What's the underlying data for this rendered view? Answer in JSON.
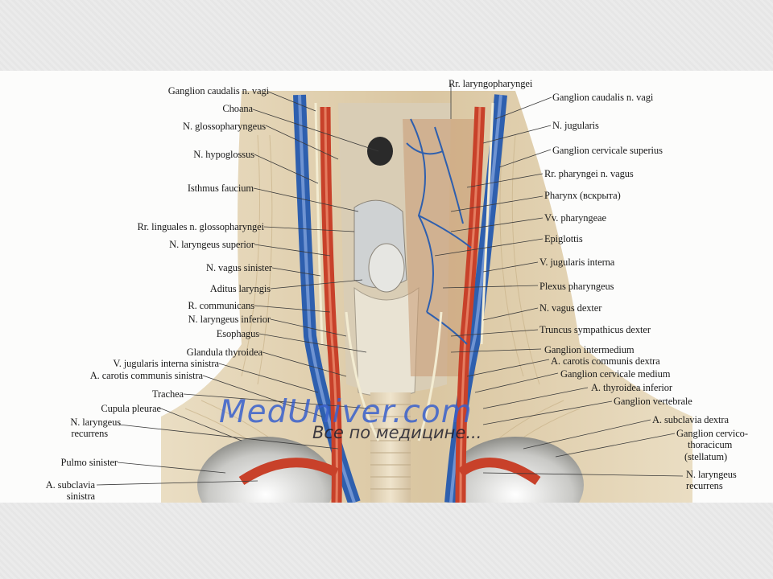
{
  "labels_left": [
    "Ganglion caudalis n. vagi",
    "Choana",
    "N. glossopharyngeus",
    "N. hypoglossus",
    "Isthmus faucium",
    "Rr. linguales n. glossopharyngei",
    "N. laryngeus superior",
    "N. vagus sinister",
    "Aditus laryngis",
    "R. communicans",
    "N. laryngeus inferior",
    "Esophagus",
    "Glandula thyroidea",
    "V. jugularis interna sinistra",
    "A. carotis communis  sinistra",
    "Trachea",
    "Cupula pleurae",
    "N. laryngeus",
    "recurrens",
    "Pulmo sinister",
    "A. subclavia",
    "sinistra"
  ],
  "labels_right": [
    "Rr. laryngopharyngei",
    "Ganglion caudalis n. vagi",
    "N. jugularis",
    "Ganglion cervicale superius",
    "Rr. pharyngei n. vagus",
    "Pharynx (вскрыта)",
    "Vv. pharyngeae",
    "Epiglottis",
    "V. jugularis interna",
    "Plexus pharyngeus",
    "N. vagus dexter",
    "Truncus sympathicus dexter",
    "Ganglion intermedium",
    "A. carotis communis dextra",
    "Ganglion cervicale medium",
    "A. thyroidea inferior",
    "Ganglion vertebrale",
    "A. subclavia dextra",
    "Ganglion cervico-",
    "thoracicum",
    "(stellatum)",
    "N. laryngeus",
    "recurrens"
  ],
  "watermark": {
    "site": "MedUniver.com",
    "slogan": "Все по медицине..."
  },
  "colors": {
    "artery": "#c8412a",
    "vein": "#2e5fae",
    "nerve": "#efe9cf",
    "background": "#ececec",
    "plate": "#fcfcfb"
  }
}
